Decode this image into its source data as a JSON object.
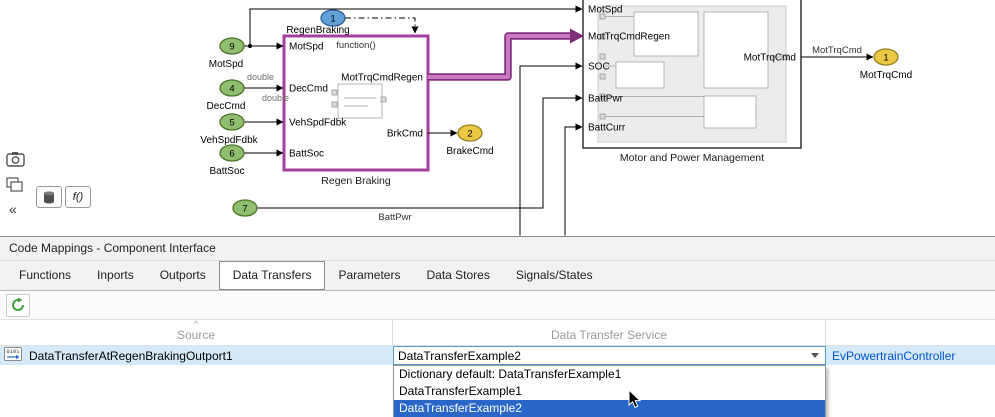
{
  "colors": {
    "highlight_purple": "#a3409b",
    "highlight_purple_dark": "#82307c",
    "highlight_purple_light": "#c879c1",
    "port_green": "#8fbe6e",
    "port_green_border": "#4a7328",
    "port_yellow": "#eac843",
    "port_yellow_border": "#94801f",
    "port_blue": "#64a0d8",
    "port_blue_border": "#2e5f98",
    "row_highlight": "#d6e9f8",
    "selection_blue": "#2a66c8",
    "link_blue": "#0055cc",
    "refresh_green": "#3c9e3c",
    "combo_border": "#569bd5"
  },
  "diagram": {
    "function_port": {
      "num": "1",
      "label": "RegenBraking"
    },
    "inports": [
      {
        "num": "9",
        "label": "MotSpd"
      },
      {
        "num": "4",
        "label": "DecCmd"
      },
      {
        "num": "5",
        "label": "VehSpdFdbk"
      },
      {
        "num": "6",
        "label": "BattSoc"
      },
      {
        "num": "7",
        "label": ""
      }
    ],
    "outports": [
      {
        "num": "2",
        "label": "BrakeCmd"
      },
      {
        "num": "1",
        "label": "MotTrqCmd"
      }
    ],
    "signal_labels": [
      "double",
      "double",
      "BattPwr",
      "MotTrqCmd"
    ],
    "regen_block": {
      "badge": "function()",
      "title": "Regen Braking",
      "inputs": [
        "MotSpd",
        "DecCmd",
        "VehSpdFdbk",
        "BattSoc"
      ],
      "outputs": [
        "MotTrqCmdRegen",
        "BrkCmd"
      ]
    },
    "motor_block": {
      "title": "Motor and Power Management",
      "inputs": [
        "MotSpd",
        "MotTrqCmdRegen",
        "SOC",
        "BattPwr",
        "BattCurr"
      ],
      "outputs": [
        "MotTrqCmd"
      ]
    },
    "badges": {
      "function_badge": "f()"
    },
    "palette": {
      "collapse_glyph": "«"
    }
  },
  "panel": {
    "title": "Code Mappings - Component Interface",
    "tabs": [
      "Functions",
      "Inports",
      "Outports",
      "Data Transfers",
      "Parameters",
      "Data Stores",
      "Signals/States"
    ],
    "active_tab": "Data Transfers",
    "table": {
      "columns": [
        "Source",
        "Data Transfer Service",
        ""
      ],
      "sort_caret": "^",
      "row": {
        "icon_glyph": "0101",
        "source": "DataTransferAtRegenBrakingOutport1",
        "service": "DataTransferExample2",
        "component": "EvPowertrainController"
      }
    },
    "dropdown": {
      "options": [
        "Dictionary default: DataTransferExample1",
        "DataTransferExample1",
        "DataTransferExample2"
      ],
      "selected": "DataTransferExample2"
    }
  }
}
